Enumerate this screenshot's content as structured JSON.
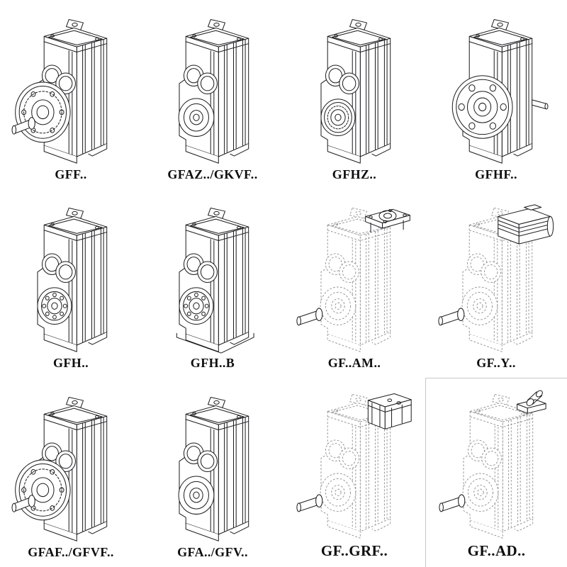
{
  "colors": {
    "background": "#ffffff",
    "line": "#1d1d20",
    "phantom_line": "#8f9094"
  },
  "catalog": {
    "models": [
      {
        "label": "GFF..",
        "drawing": "parallel-shaft-gearbox-output-flange"
      },
      {
        "label": "GFAZ../GKVF..",
        "drawing": "parallel-shaft-gearbox-hollow-shaft"
      },
      {
        "label": "GFHZ..",
        "drawing": "parallel-shaft-gearbox-hollow-shaft-shrink-ring"
      },
      {
        "label": "GFHF..",
        "drawing": "parallel-shaft-gearbox-front-flange"
      },
      {
        "label": "GFH..",
        "drawing": "parallel-shaft-gearbox-hollow-bearing"
      },
      {
        "label": "GFH..B",
        "drawing": "parallel-shaft-gearbox-hollow-bearing-baseplate"
      },
      {
        "label": "GF..AM..",
        "drawing": "gearbox-iec-motor-adapter-phantom"
      },
      {
        "label": "GF..Y..",
        "drawing": "gearbox-mounted-motor-phantom"
      },
      {
        "label": "GFAF../GFVF..",
        "drawing": "parallel-shaft-gearbox-output-flange-variant"
      },
      {
        "label": "GFA../GFV..",
        "drawing": "parallel-shaft-gearbox-hollow-shaft-variant"
      },
      {
        "label": "GF..GRF..",
        "drawing": "gearbox-grf-input-adapter-phantom"
      },
      {
        "label": "GF..AD..",
        "drawing": "gearbox-input-shaft-adapter-phantom"
      }
    ]
  }
}
